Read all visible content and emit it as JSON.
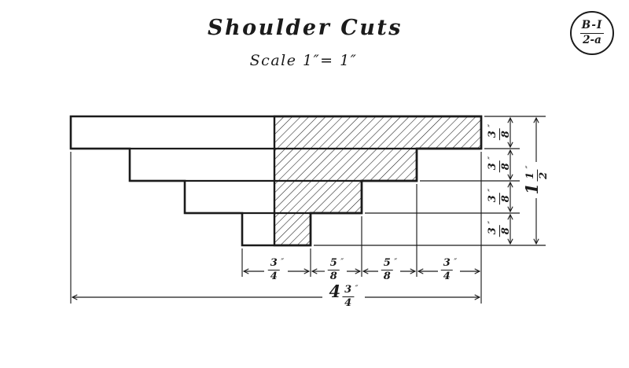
{
  "header": {
    "title": "Shoulder Cuts",
    "scale": "Scale 1″= 1″"
  },
  "badge": {
    "code_top": "B-I",
    "code_bottom": "2-a"
  },
  "drawing": {
    "right_step_dims": [
      {
        "num": "3",
        "den": "8",
        "unit": "″"
      },
      {
        "num": "3",
        "den": "8",
        "unit": "″"
      },
      {
        "num": "3",
        "den": "8",
        "unit": "″"
      },
      {
        "num": "3",
        "den": "8",
        "unit": "″"
      }
    ],
    "right_overall_dim": {
      "whole": "1",
      "num": "1",
      "den": "2",
      "unit": "″"
    },
    "bottom_step_dims": [
      {
        "num": "3",
        "den": "4",
        "unit": "″"
      },
      {
        "num": "5",
        "den": "8",
        "unit": "″"
      },
      {
        "num": "5",
        "den": "8",
        "unit": "″"
      },
      {
        "num": "3",
        "den": "4",
        "unit": "″"
      }
    ],
    "bottom_overall_dim": {
      "whole": "4",
      "num": "3",
      "den": "4",
      "unit": "″"
    }
  },
  "colors": {
    "ink": "#1b1b1b",
    "paper": "#ffffff"
  }
}
